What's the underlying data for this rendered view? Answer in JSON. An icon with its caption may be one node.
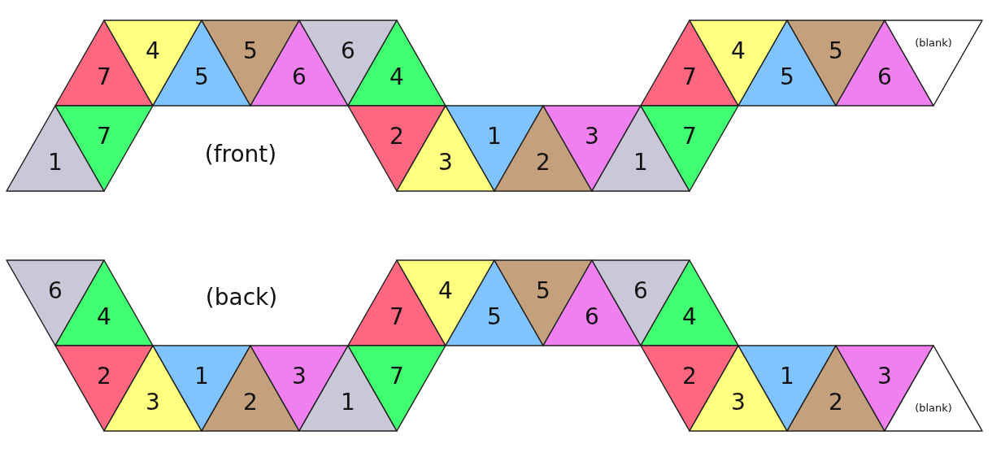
{
  "diagram": {
    "nodes": [
      {
        "text": [
          "7"
        ]
      },
      {
        "text": [
          "4"
        ]
      },
      {
        "text": [
          "5"
        ]
      },
      {
        "text": [
          "5"
        ]
      },
      {
        "text": [
          "6"
        ]
      },
      {
        "text": [
          "6"
        ]
      },
      {
        "text": [
          "4"
        ]
      },
      {
        "text": [
          "7"
        ]
      },
      {
        "text": [
          "4"
        ]
      },
      {
        "text": [
          "5"
        ]
      },
      {
        "text": [
          "5"
        ]
      },
      {
        "text": [
          "6"
        ]
      },
      {
        "text": [
          "(blank)"
        ]
      },
      {
        "text": [
          "1"
        ]
      },
      {
        "text": [
          "7"
        ]
      },
      {
        "text": [
          "2"
        ]
      },
      {
        "text": [
          "3"
        ]
      },
      {
        "text": [
          "1"
        ]
      },
      {
        "text": [
          "2"
        ]
      },
      {
        "text": [
          "3"
        ]
      },
      {
        "text": [
          "1"
        ]
      },
      {
        "text": [
          "7"
        ]
      },
      {
        "text": [
          "6"
        ]
      },
      {
        "text": [
          "4"
        ]
      },
      {
        "text": [
          "7"
        ]
      },
      {
        "text": [
          "4"
        ]
      },
      {
        "text": [
          "5"
        ]
      },
      {
        "text": [
          "5"
        ]
      },
      {
        "text": [
          "6"
        ]
      },
      {
        "text": [
          "6"
        ]
      },
      {
        "text": [
          "4"
        ]
      },
      {
        "text": [
          "2"
        ]
      },
      {
        "text": [
          "3"
        ]
      },
      {
        "text": [
          "1"
        ]
      },
      {
        "text": [
          "2"
        ]
      },
      {
        "text": [
          "3"
        ]
      },
      {
        "text": [
          "1"
        ]
      },
      {
        "text": [
          "7"
        ]
      },
      {
        "text": [
          "2"
        ]
      },
      {
        "text": [
          "3"
        ]
      },
      {
        "text": [
          "1"
        ]
      },
      {
        "text": [
          "2"
        ]
      },
      {
        "text": [
          "3"
        ]
      },
      {
        "text": [
          "(blank)"
        ]
      }
    ],
    "labels": [
      "(front)",
      "(back)"
    ]
  }
}
